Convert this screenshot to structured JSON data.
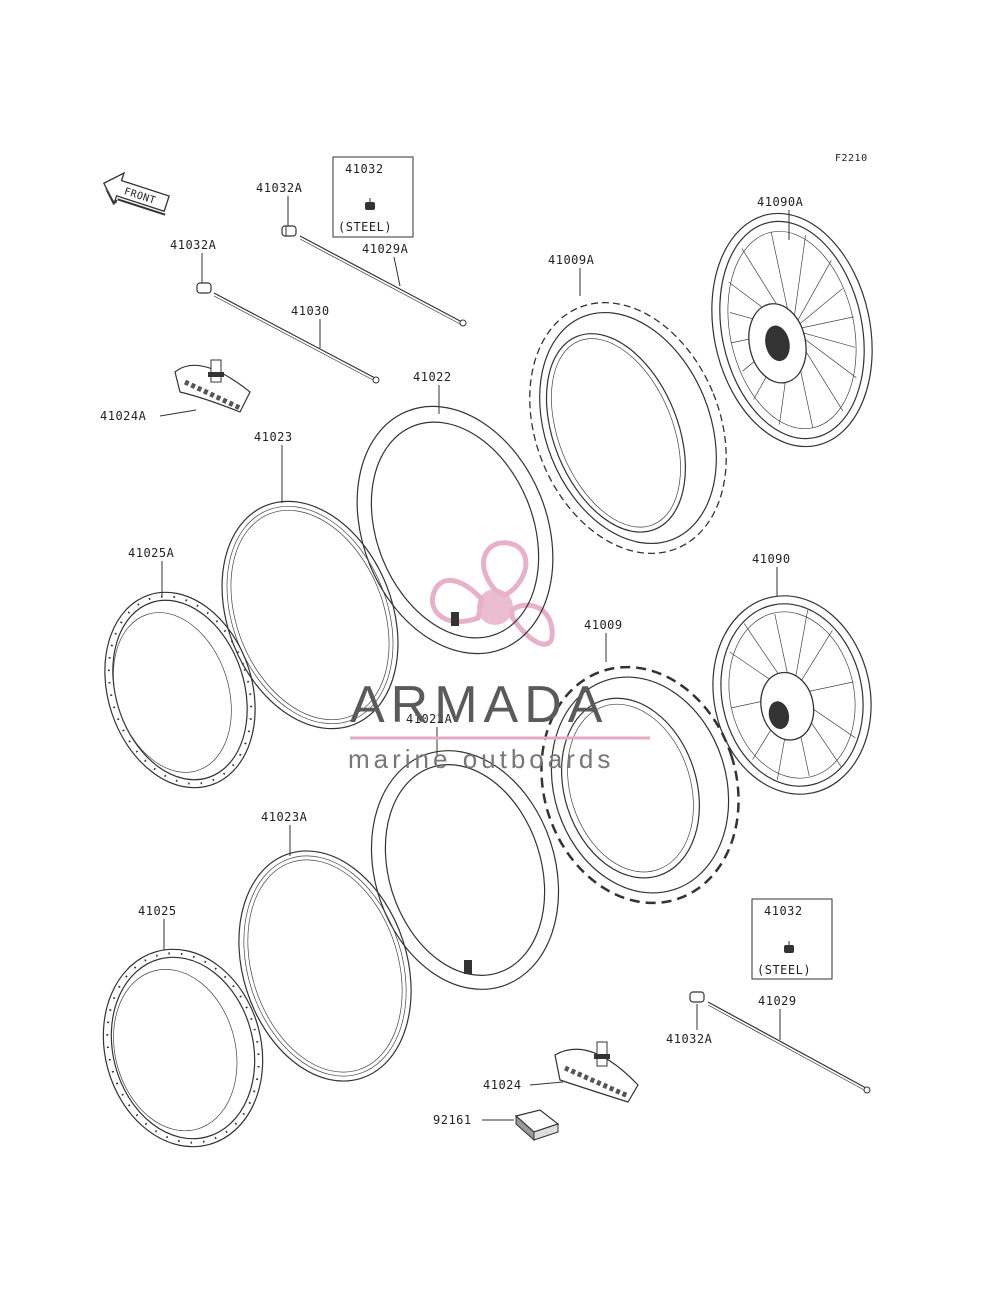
{
  "figure_code": "F2210",
  "front_arrow": "FRONT",
  "watermark": {
    "brand": "ARMADA",
    "tagline": "marine outboards",
    "logo_color": "#e6a9c4",
    "logo_core": "#e9b6cc"
  },
  "boxes": [
    {
      "part": "41032",
      "note": "(STEEL)"
    },
    {
      "part": "41032",
      "note": "(STEEL)"
    }
  ],
  "parts": [
    "41032A",
    "41029A",
    "41032A",
    "41030",
    "41024A",
    "41009A",
    "41090A",
    "41022",
    "41023",
    "41025A",
    "41090",
    "41009",
    "41022A",
    "41023A",
    "41025",
    "41029",
    "41032A",
    "41024",
    "92161"
  ]
}
